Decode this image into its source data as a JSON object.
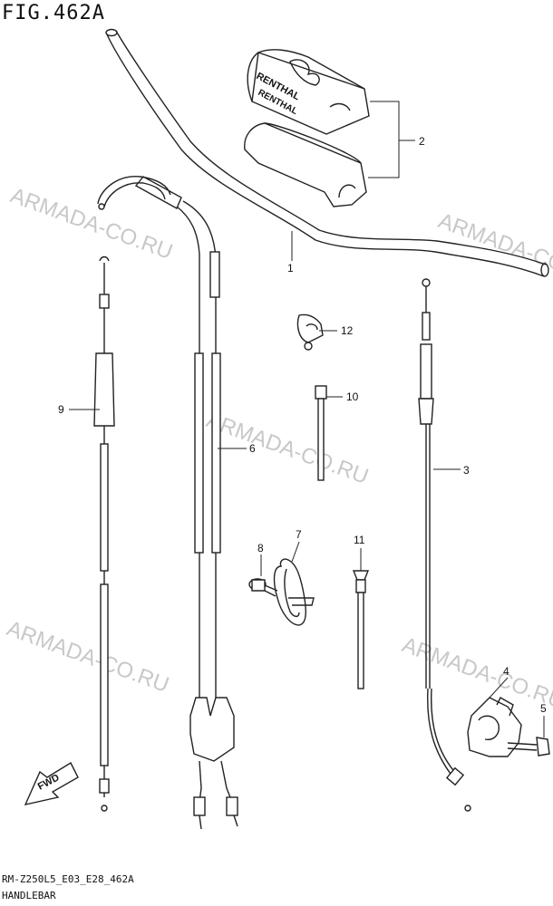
{
  "figure": {
    "title": "FIG.462A",
    "code": "RM-Z250L5_E03_E28_462A",
    "subtitle": "HANDLEBAR"
  },
  "watermarks": [
    "ARMADA-CO.RU",
    "ARMADA-CO.RU",
    "ARMADA-CO.RU",
    "ARMADA-CO.RU",
    "ARMADA-CO.RU"
  ],
  "brand_text": [
    "RENTHAL",
    "RENTHAL"
  ],
  "fwd_label": "FWD",
  "parts": {
    "p1": "1",
    "p2": "2",
    "p3": "3",
    "p4": "4",
    "p5": "5",
    "p6": "6",
    "p7": "7",
    "p8": "8",
    "p9": "9",
    "p10": "10",
    "p11": "11",
    "p12": "12"
  }
}
